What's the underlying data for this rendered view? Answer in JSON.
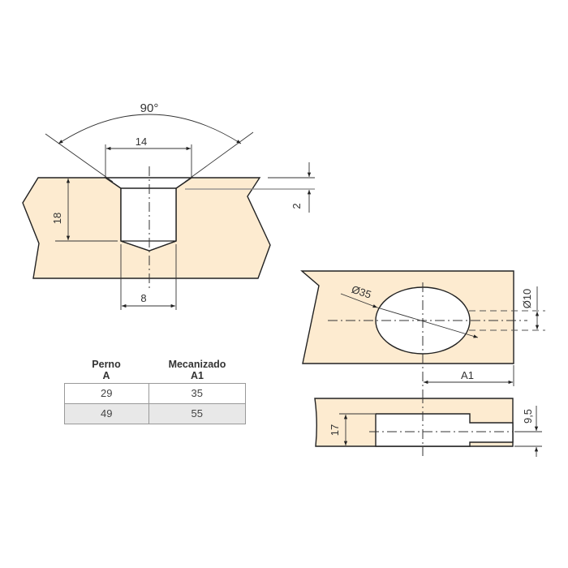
{
  "diagram": {
    "top_view": {
      "angle_label": "90°",
      "countersink_width_label": "14",
      "depth_label": "18",
      "countersink_depth_label": "2",
      "bore_diameter_label": "8"
    },
    "plan_view": {
      "cup_diameter_label": "Ø35",
      "pin_diameter_label": "Ø10",
      "offset_label": "A1"
    },
    "section_view": {
      "thickness_label": "17",
      "pin_center_label": "9,5"
    },
    "colors": {
      "wood": "#fdebd0",
      "line": "#222222",
      "table_alt_row": "#e8e8e8"
    }
  },
  "table": {
    "headers": [
      {
        "line1": "Perno",
        "line2": "A"
      },
      {
        "line1": "Mecanizado",
        "line2": "A1"
      }
    ],
    "rows": [
      [
        "29",
        "35"
      ],
      [
        "49",
        "55"
      ]
    ]
  }
}
